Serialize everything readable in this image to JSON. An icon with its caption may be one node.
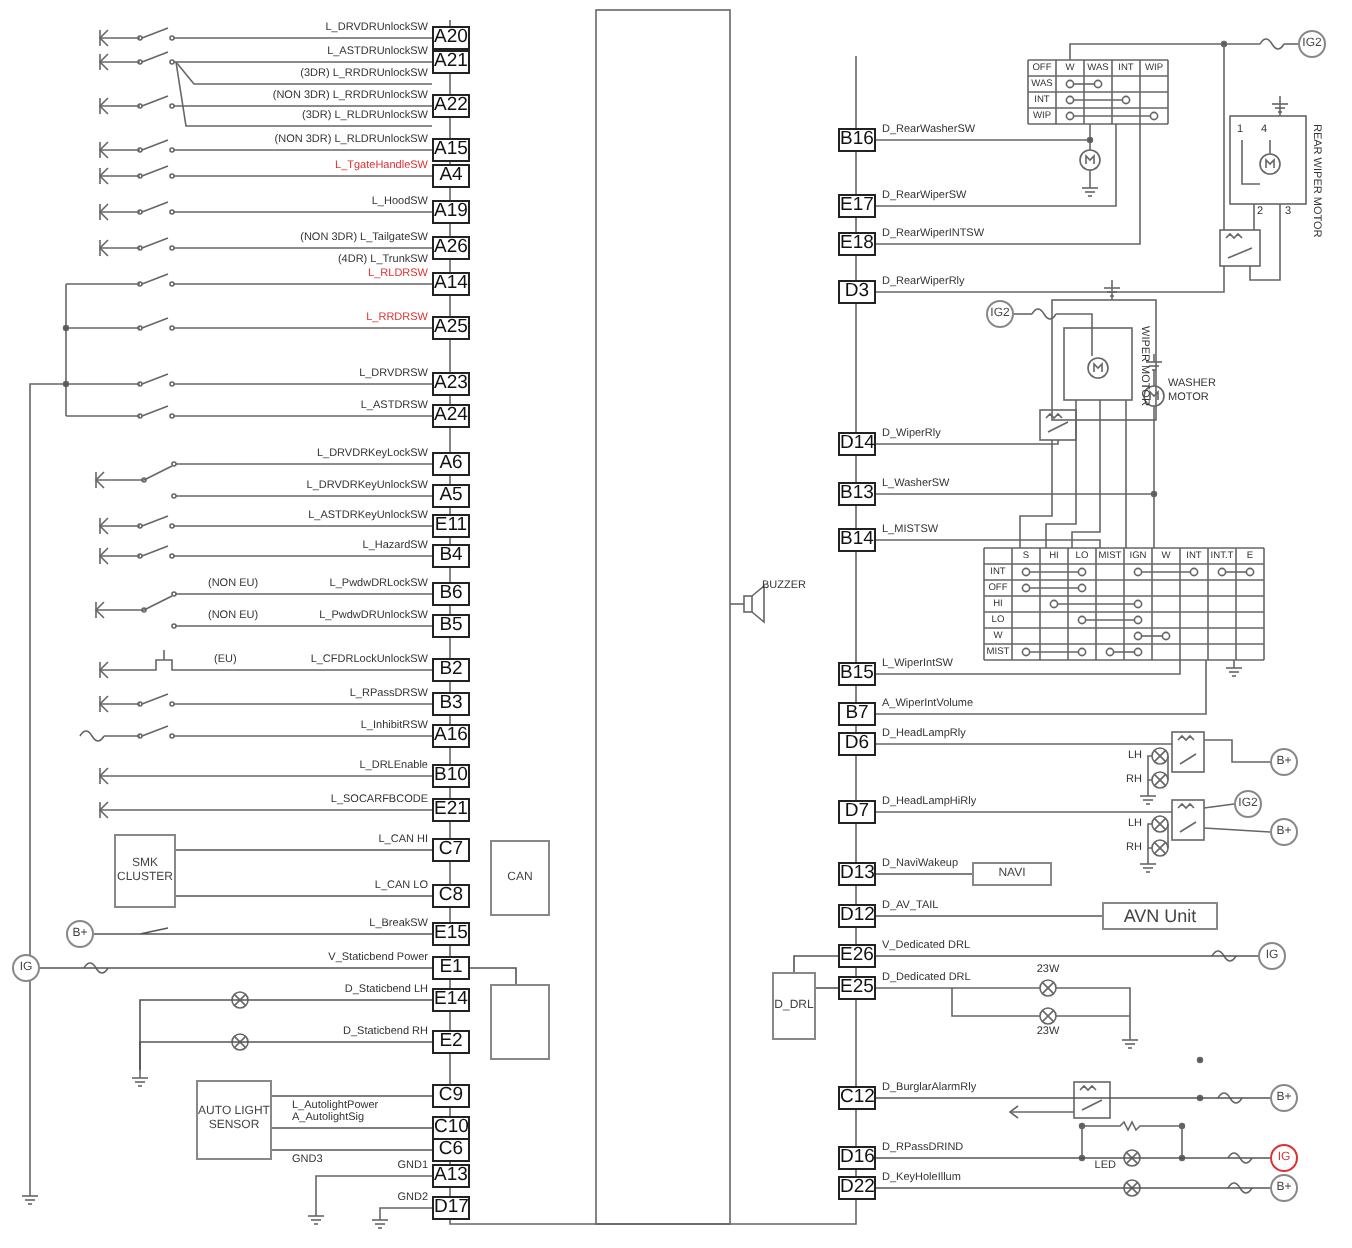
{
  "diagram": {
    "nodes": [
      {
        "text": [
          "A20"
        ]
      },
      {
        "text": [
          "A21"
        ]
      },
      {
        "text": [
          "A22"
        ]
      },
      {
        "text": [
          "A15"
        ]
      },
      {
        "text": [
          "A4"
        ]
      },
      {
        "text": [
          "A19"
        ]
      },
      {
        "text": [
          "A26"
        ]
      },
      {
        "text": [
          "A14"
        ]
      },
      {
        "text": [
          "A25"
        ]
      },
      {
        "text": [
          "A23"
        ]
      },
      {
        "text": [
          "A24"
        ]
      },
      {
        "text": [
          "A6"
        ]
      },
      {
        "text": [
          "A5"
        ]
      },
      {
        "text": [
          "E11"
        ]
      },
      {
        "text": [
          "B4"
        ]
      },
      {
        "text": [
          "B6"
        ]
      },
      {
        "text": [
          "B5"
        ]
      },
      {
        "text": [
          "B2"
        ]
      },
      {
        "text": [
          "B3"
        ]
      },
      {
        "text": [
          "A16"
        ]
      },
      {
        "text": [
          "B10"
        ]
      },
      {
        "text": [
          "E21"
        ]
      },
      {
        "text": [
          "C7"
        ]
      },
      {
        "text": [
          "C8"
        ]
      },
      {
        "text": [
          "E15"
        ]
      },
      {
        "text": [
          "E1"
        ]
      },
      {
        "text": [
          "E14"
        ]
      },
      {
        "text": [
          "E2"
        ]
      },
      {
        "text": [
          "C9"
        ]
      },
      {
        "text": [
          "C10"
        ]
      },
      {
        "text": [
          "C6"
        ]
      },
      {
        "text": [
          "A13"
        ]
      },
      {
        "text": [
          "D17"
        ]
      },
      {
        "text": [
          "B16"
        ]
      },
      {
        "text": [
          "E17"
        ]
      },
      {
        "text": [
          "E18"
        ]
      },
      {
        "text": [
          "D3"
        ]
      },
      {
        "text": [
          "D14"
        ]
      },
      {
        "text": [
          "B13"
        ]
      },
      {
        "text": [
          "B14"
        ]
      },
      {
        "text": [
          "B15"
        ]
      },
      {
        "text": [
          "B7"
        ]
      },
      {
        "text": [
          "D6"
        ]
      },
      {
        "text": [
          "D7"
        ]
      },
      {
        "text": [
          "D13"
        ]
      },
      {
        "text": [
          "D12"
        ]
      },
      {
        "text": [
          "E26"
        ]
      },
      {
        "text": [
          "E25"
        ]
      },
      {
        "text": [
          "C12"
        ]
      },
      {
        "text": [
          "D16"
        ]
      },
      {
        "text": [
          "D22"
        ]
      },
      {
        "text": [
          "SMK CLUSTER"
        ]
      },
      {
        "text": [
          "CAN"
        ]
      },
      {
        "text": [],
        "shape": "box"
      },
      {
        "text": [
          "AUTO LIGHT SENSOR"
        ]
      },
      {
        "text": [
          "B+"
        ]
      },
      {
        "text": [
          "IG"
        ]
      },
      {
        "text": [
          "NAVI"
        ]
      },
      {
        "text": [
          "AVN Unit"
        ]
      },
      {
        "text": [
          "D_DRL"
        ]
      },
      {
        "text": [
          "IG"
        ]
      },
      {
        "text": [
          "B+"
        ]
      },
      {
        "text": [
          "IG"
        ]
      },
      {
        "text": [
          "B+"
        ]
      },
      {
        "text": [
          "IG2"
        ]
      },
      {
        "text": [
          "IG2"
        ]
      },
      {
        "text": [
          "B+"
        ]
      },
      {
        "text": [
          "IG2"
        ]
      },
      {
        "text": [
          "B+"
        ]
      },
      {
        "text": [],
        "shape": "ground"
      }
    ],
    "edges": [
      {
        "from": 22,
        "to": 51,
        "arrow": "none",
        "label": "L_CAN HI"
      },
      {
        "from": 23,
        "to": 51,
        "arrow": "none",
        "label": "L_CAN LO"
      },
      {
        "from": 24,
        "to": 55,
        "arrow": "none",
        "label": "L_BreakSW"
      },
      {
        "from": 25,
        "to": 56,
        "arrow": "none",
        "label": "V_Staticbend Power"
      },
      {
        "from": 25,
        "to": 53,
        "arrow": "none"
      },
      {
        "from": 28,
        "to": 54,
        "arrow": "none",
        "label": "L_AutolightPower"
      },
      {
        "from": 29,
        "to": 54,
        "arrow": "none",
        "label": "A_AutolightSig"
      },
      {
        "from": 30,
        "to": 54,
        "arrow": "none",
        "label": "GND3"
      },
      {
        "from": 44,
        "to": 57,
        "arrow": "none",
        "label": "D_NaviWakeup"
      },
      {
        "from": 45,
        "to": 58,
        "arrow": "none",
        "label": "D_AV_TAIL"
      },
      {
        "from": 46,
        "to": 60,
        "arrow": "none",
        "label": "V_Dedicated DRL"
      },
      {
        "from": 46,
        "to": 59,
        "arrow": "none"
      },
      {
        "from": 47,
        "to": 59,
        "arrow": "none"
      },
      {
        "from": 48,
        "to": 61,
        "arrow": "none",
        "label": "D_BurglarAlarmRly"
      },
      {
        "from": 49,
        "to": 62,
        "arrow": "none",
        "label": "D_RPassDRIND"
      },
      {
        "from": 50,
        "to": 63,
        "arrow": "none",
        "label": "D_KeyHoleIllum"
      },
      {
        "from": 26,
        "to": 69,
        "arrow": "none"
      },
      {
        "from": 27,
        "to": 69,
        "arrow": "none"
      }
    ],
    "labels": [
      "L_DRVDRUnlockSW",
      "L_ASTDRUnlockSW",
      "(3DR) L_RRDRUnlockSW",
      "(NON 3DR) L_RRDRUnlockSW",
      "(3DR) L_RLDRUnlockSW",
      "(NON 3DR) L_RLDRUnlockSW",
      "L_TgateHandleSW",
      "L_HoodSW",
      "(NON 3DR) L_TailgateSW",
      "(4DR) L_TrunkSW",
      "L_RLDRSW",
      "L_RRDRSW",
      "L_DRVDRSW",
      "L_ASTDRSW",
      "L_DRVDRKeyLockSW",
      "L_DRVDRKeyUnlockSW",
      "L_ASTDRKeyUnlockSW",
      "L_HazardSW",
      "(NON EU)",
      "L_PwdwDRLockSW",
      "(NON EU)",
      "L_PwdwDRUnlockSW",
      "(EU)",
      "L_CFDRLockUnlockSW",
      "L_RPassDRSW",
      "L_InhibitRSW",
      "L_DRLEnable",
      "L_SOCARFBCODE",
      "D_Staticbend LH",
      "D_Staticbend RH",
      "GND1",
      "GND2",
      "OFF",
      "W",
      "WAS",
      "INT",
      "WIP",
      "WAS",
      "INT",
      "WIP",
      "D_RearWasherSW",
      "D_RearWiperSW",
      "D_RearWiperINTSW",
      "D_RearWiperRly",
      "REAR WIPER MOTOR",
      "1",
      "4",
      "2",
      "3",
      "WIPER MOTOR",
      "WASHER MOTOR",
      "D_WiperRly",
      "L_WasherSW",
      "L_MISTSW",
      "S",
      "HI",
      "LO",
      "MIST",
      "IGN",
      "W",
      "INT",
      "INT.T",
      "E",
      "INT",
      "OFF",
      "HI",
      "LO",
      "W",
      "MIST",
      "BUZZER",
      "L_WiperIntSW",
      "A_WiperIntVolume",
      "D_HeadLampRly",
      "LH",
      "RH",
      "D_HeadLampHiRly",
      "LH",
      "RH",
      "D_Dedicated DRL",
      "23W",
      "23W",
      "LED"
    ]
  }
}
